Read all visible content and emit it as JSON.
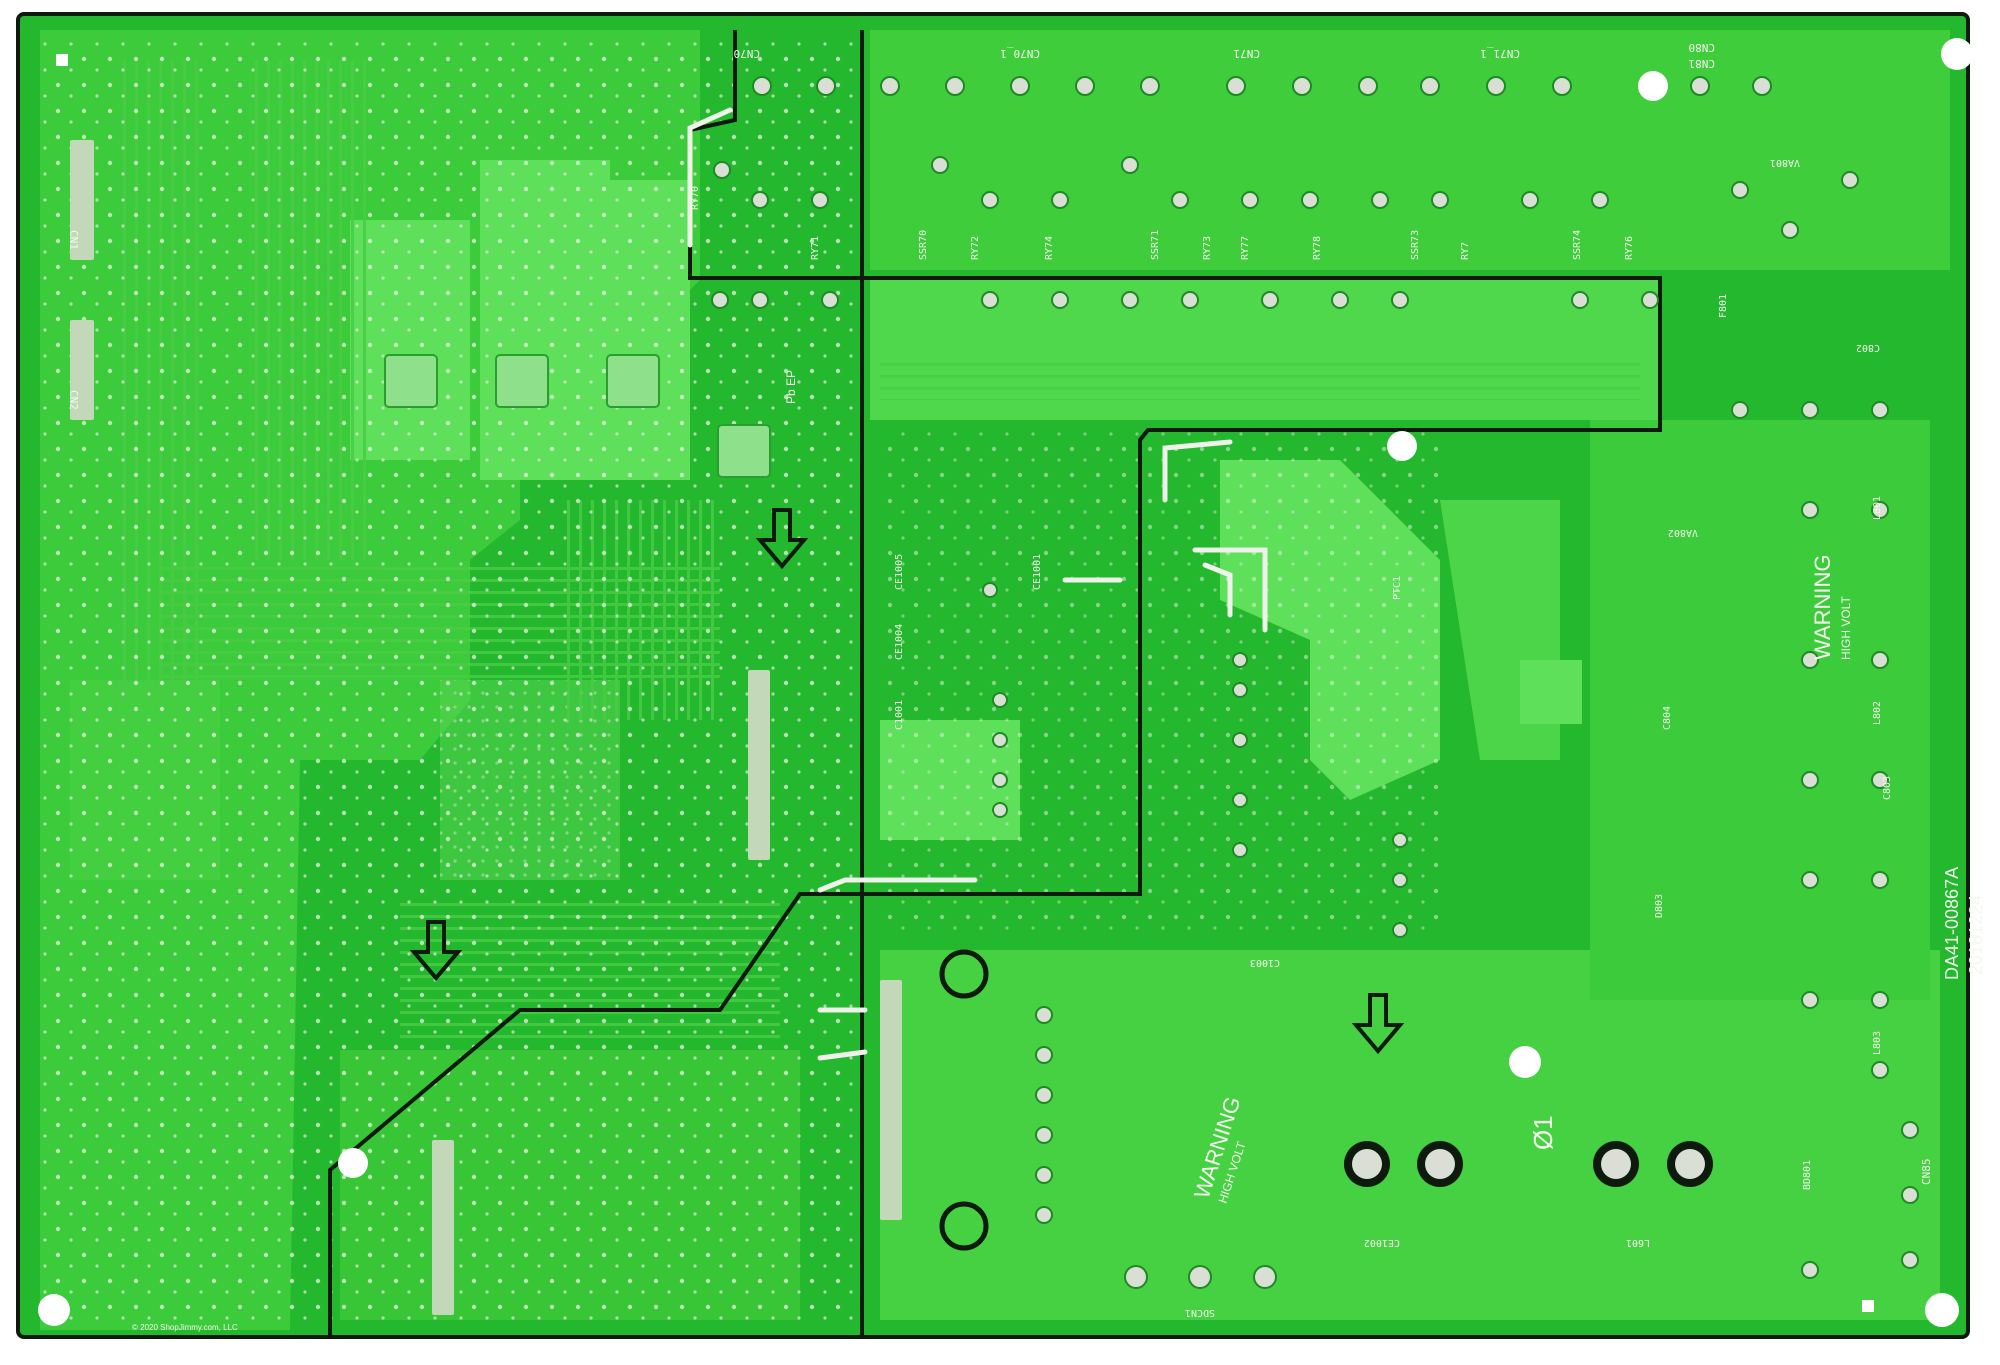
{
  "board": {
    "part_number": "DA41-00867A",
    "date_code": "20181224",
    "copyright": "© 2020 ShopJimmy.com, LLC",
    "warning_title": "WARNING",
    "warning_sub": "HIGH VOLT",
    "marking_phi": "Ø1",
    "pb_mark": "Pb EP"
  },
  "connectors": [
    "CN70",
    "CN70_1",
    "CN71",
    "CN71_1",
    "CN80",
    "CN81",
    "CN85",
    "CN1",
    "CN2"
  ],
  "component_labels": [
    "RY70",
    "RY71",
    "RY72",
    "RY74",
    "RY73",
    "RY77",
    "RY78",
    "RY7",
    "RY76",
    "SSR70",
    "SSR71",
    "SSR73",
    "SSR74",
    "F801",
    "C802",
    "C803",
    "C804",
    "L801",
    "L802",
    "L803",
    "BD801",
    "VA801",
    "VA802",
    "C1003",
    "CE1004",
    "CE1005",
    "C1001",
    "CE1001",
    "CE1002",
    "L601",
    "PTC1",
    "D803",
    "SDCN1"
  ],
  "colors": {
    "board_green": "#22b52c",
    "copper_green": "#5ee05a",
    "silkscreen": "#f4f8ef",
    "pad_silver": "#dadfd5",
    "drill_hole": "#ffffff",
    "edge_black": "#0d1a0d"
  }
}
